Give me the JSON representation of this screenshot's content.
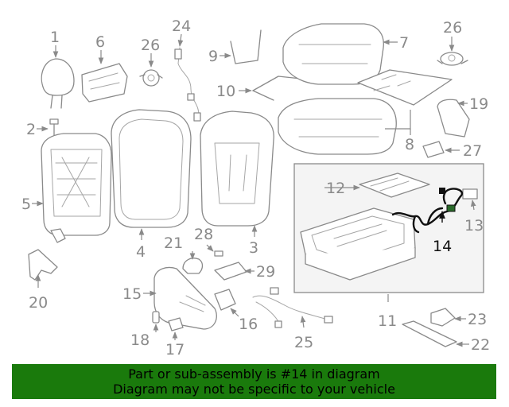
{
  "callouts": {
    "c1": "1",
    "c2": "2",
    "c3": "3",
    "c4": "4",
    "c5": "5",
    "c6": "6",
    "c7": "7",
    "c8": "8",
    "c9": "9",
    "c10": "10",
    "c11": "11",
    "c12": "12",
    "c13": "13",
    "c14": "14",
    "c15": "15",
    "c16": "16",
    "c17": "17",
    "c18": "18",
    "c19": "19",
    "c20": "20",
    "c21": "21",
    "c22": "22",
    "c23": "23",
    "c24": "24",
    "c25": "25",
    "c26a": "26",
    "c26b": "26",
    "c27": "27",
    "c28": "28",
    "c29": "29"
  },
  "highlighted_part": "14",
  "banner": {
    "line1": "Part or sub-assembly is #14 in diagram",
    "line2": "Diagram may not be specific to your vehicle"
  },
  "colors": {
    "banner_bg": "#1a7a0c",
    "part_stroke": "#8a8a8a",
    "highlight": "#111111",
    "inset_bg": "#f4f4f4"
  }
}
